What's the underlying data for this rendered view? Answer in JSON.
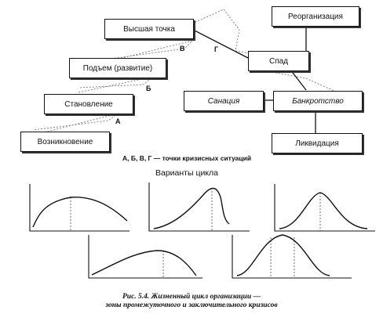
{
  "diagram": {
    "boxes": {
      "peak": "Высшая точка",
      "rise": "Подъем (развитие)",
      "formation": "Становление",
      "emergence": "Возникновение",
      "reorganization": "Реорганизация",
      "decline": "Спад",
      "sanation": "Санация",
      "bankruptcy": "Банкротство",
      "liquidation": "Ликвидация"
    },
    "points": {
      "a": "А",
      "b": "Б",
      "v": "В",
      "g": "Г"
    },
    "legend": "А, Б, В, Г — точки кризисных ситуаций"
  },
  "variants": {
    "title": "Варианты цикла",
    "curve_count": 5
  },
  "caption": {
    "line1": "Рис. 5.4. Жизненный цикл организации —",
    "line2": "зоны промежуточного и заключительного кризисов"
  }
}
